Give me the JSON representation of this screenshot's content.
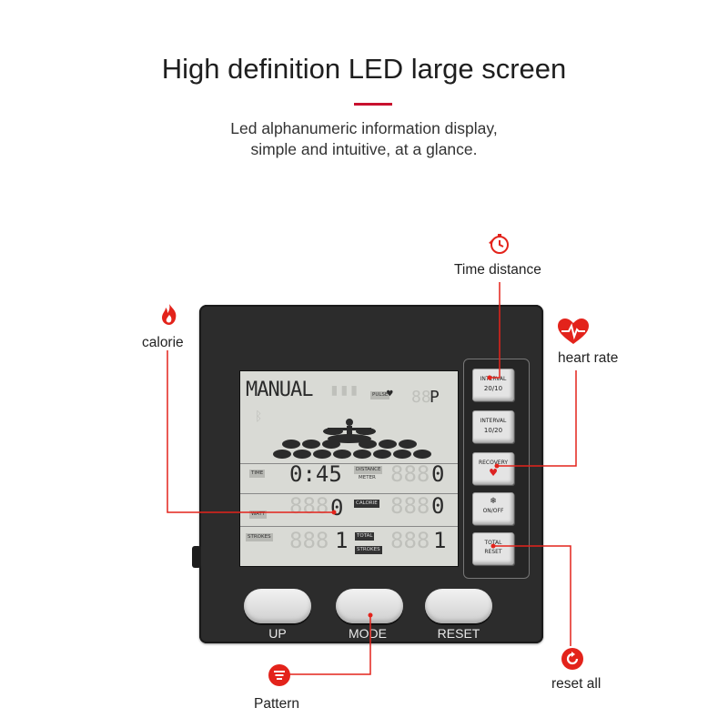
{
  "header": {
    "title": "High definition LED large screen",
    "subtitle_line1": "Led alphanumeric information display,",
    "subtitle_line2": "simple and intuitive, at a glance."
  },
  "colors": {
    "accent": "#c8102e",
    "callout_red": "#e3231b",
    "console": "#2c2c2c",
    "lcd": "#d9dad5"
  },
  "callouts": {
    "time_distance": {
      "label": "Time distance",
      "icon": "stopwatch-icon"
    },
    "calorie": {
      "label": "calorie",
      "icon": "flame-icon"
    },
    "heart_rate": {
      "label": "heart rate",
      "icon": "heart-pulse-icon"
    },
    "pattern": {
      "label": "Pattern",
      "icon": "list-icon"
    },
    "reset_all": {
      "label": "reset all",
      "icon": "refresh-icon"
    }
  },
  "lcd": {
    "mode": "MANUAL",
    "pulse_tag": "PULSE",
    "pulse_ghost": "88",
    "pulse_unit": "P",
    "time_tag": "TIME",
    "time_value": "0:45",
    "distance_tag": "DISTANCE",
    "meter_tag": "METER",
    "distance_value": "0",
    "watt_tag": "WATT",
    "watt_value": "0",
    "calorie_tag": "CALORIE",
    "calorie_value": "0",
    "strokes_tag": "STROKES",
    "strokes_value": "1",
    "total_tag": "TOTAL",
    "total_strokes_tag": "STROKES",
    "total_strokes_value": "1",
    "ghost_digits": "888"
  },
  "side_buttons": [
    {
      "line1": "INTERVAL",
      "line2": "20/10"
    },
    {
      "line1": "INTERVAL",
      "line2": "10/20"
    },
    {
      "line1": "RECOVERY",
      "line2": "♥"
    },
    {
      "line1": "❄",
      "line2": "ON/OFF"
    },
    {
      "line1": "TOTAL",
      "line2": "RESET"
    }
  ],
  "bottom_buttons": {
    "up": "UP",
    "mode": "MODE",
    "reset": "RESET"
  }
}
